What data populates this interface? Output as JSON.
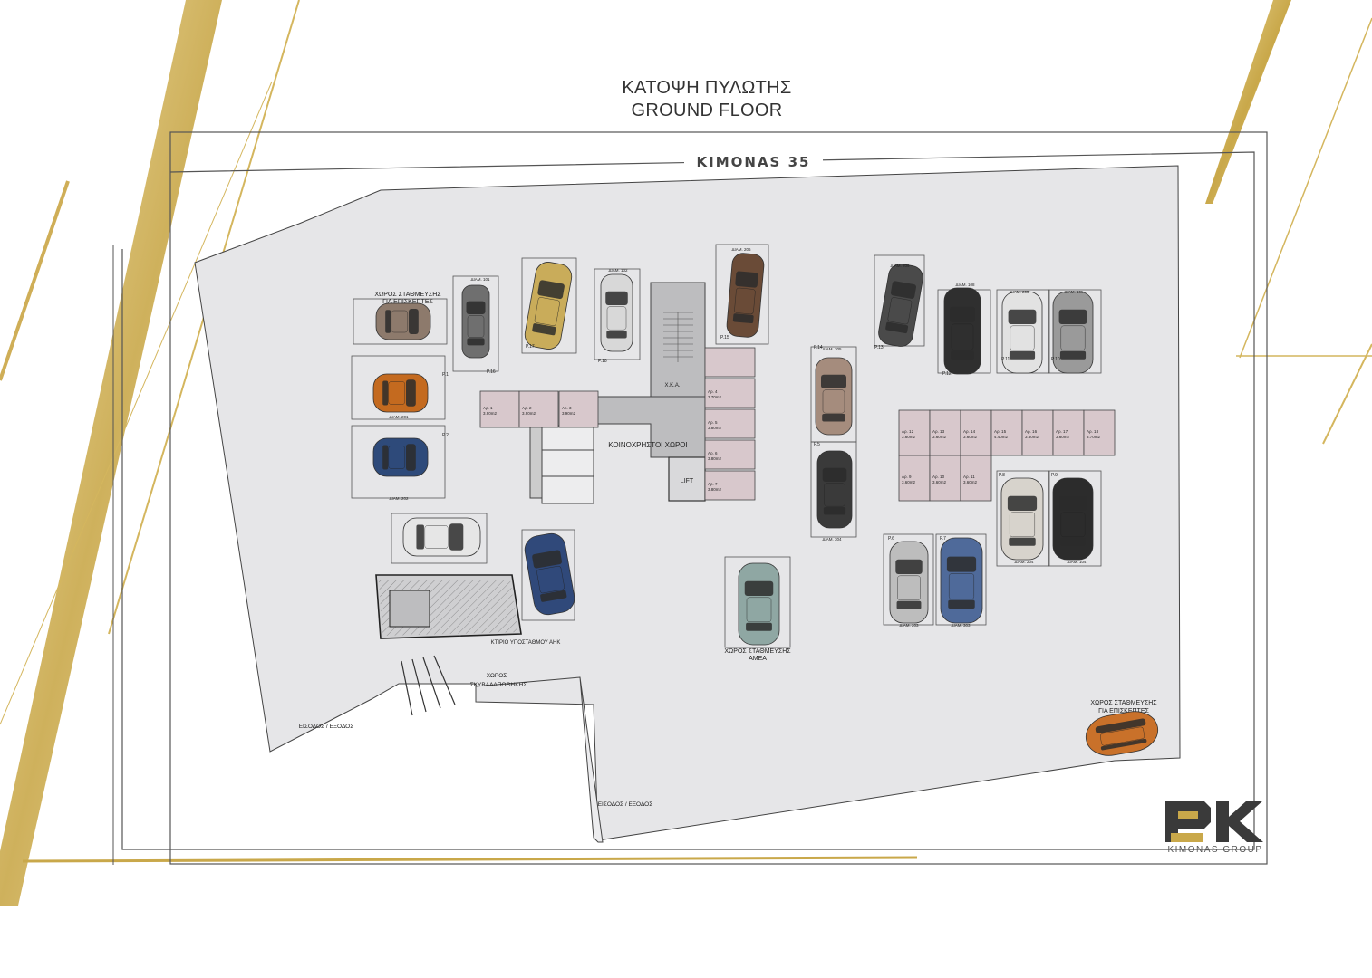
{
  "header": {
    "title_gr": "ΚΑΤΟΨΗ ΠΥΛΩΤΗΣ",
    "title_en": "GROUND FLOOR",
    "street": "KIMONAS 35"
  },
  "areas": {
    "visitor_parking_1": [
      "ΧΩΡΟΣ ΣΤΑΘΜΕΥΣΗΣ",
      "ΓΙΑ ΕΠΙΣΚΕΠΤΕΣ"
    ],
    "visitor_parking_2": [
      "ΧΩΡΟΣ ΣΤΑΘΜΕΥΣΗΣ",
      "ΓΙΑ ΕΠΙΣΚΕΠΤΕΣ"
    ],
    "disabled_parking": [
      "ΧΩΡΟΣ ΣΤΑΘΜΕΥΣΗΣ",
      "ΑΜΕΑ"
    ],
    "common_areas": "ΚΟΙΝΟΧΡΗΣΤΟΙ ΧΩΡΟΙ",
    "lift": "LIFT",
    "shaft": "Χ.Κ.Α.",
    "substation": "ΚΤΙΡΙΟ ΥΠΟΣΤΑΘΜΟΥ ΑΗΚ",
    "waste": [
      "ΧΩΡΟΣ",
      "ΣΚΥΒΑΛΑΠΟΘΗΚΗΣ"
    ],
    "entrance_1": "ΕΙΣΟΔΟΣ / ΕΞΟΔΟΣ",
    "entrance_2": "ΕΙΣΟΔΟΣ / ΕΞΟΔΟΣ"
  },
  "spaces": [
    {
      "id": "P.1",
      "owner": "ΔΙΑΜ. 201"
    },
    {
      "id": "P.2",
      "owner": "ΔΙΑΜ. 202"
    },
    {
      "id": "P.16",
      "owner": "ΔΙΑΜ. 101"
    },
    {
      "id": "P.17",
      "owner": ""
    },
    {
      "id": "P.18",
      "owner": "ΔΙΑΜ. 102"
    },
    {
      "id": "P.15",
      "owner": "ΔΙΑΜ. 206"
    },
    {
      "id": "P.14",
      "owner": "ΔΙΑΜ. 305"
    },
    {
      "id": "P.5",
      "owner": "ΔΙΑΜ. 304"
    },
    {
      "id": "P.13",
      "owner": "ΔΙΑΜ. 209"
    },
    {
      "id": "P.12",
      "owner": "ΔΙΑΜ. 108"
    },
    {
      "id": "P.11",
      "owner": "ΔΙΑΜ. 205"
    },
    {
      "id": "P.10",
      "owner": "ΔΙΑΜ. 105"
    },
    {
      "id": "P.8",
      "owner": "ΔΙΑΜ. 204"
    },
    {
      "id": "P.9",
      "owner": "ΔΙΑΜ. 104"
    },
    {
      "id": "P.6",
      "owner": "ΔΙΑΜ. 203"
    },
    {
      "id": "P.7",
      "owner": "ΔΙΑΜ. 303"
    }
  ],
  "storage": [
    {
      "id": "Αρ. 1",
      "area": "3.90m2"
    },
    {
      "id": "Αρ. 2",
      "area": "3.90m2"
    },
    {
      "id": "Αρ. 3",
      "area": "3.90m2"
    },
    {
      "id": "Αρ. 4",
      "area": "3.70m2"
    },
    {
      "id": "Αρ. 5",
      "area": "3.80m2"
    },
    {
      "id": "Αρ. 6",
      "area": "3.80m2"
    },
    {
      "id": "Αρ. 7",
      "area": "3.80m2"
    },
    {
      "id": "Αρ. 8",
      "area": "3.70m2"
    },
    {
      "id": "Αρ. 12",
      "area": "3.60m2"
    },
    {
      "id": "Αρ. 13",
      "area": "3.60m2"
    },
    {
      "id": "Αρ. 14",
      "area": "3.60m2"
    },
    {
      "id": "Αρ. 15",
      "area": "4.40m2"
    },
    {
      "id": "Αρ. 16",
      "area": "3.60m2"
    },
    {
      "id": "Αρ. 17",
      "area": "3.60m2"
    },
    {
      "id": "Αρ. 18",
      "area": "3.70m2"
    },
    {
      "id": "Αρ. 9",
      "area": "3.60m2"
    },
    {
      "id": "Αρ. 10",
      "area": "3.60m2"
    },
    {
      "id": "Αρ. 11",
      "area": "3.60m2"
    }
  ],
  "brand": {
    "name": "KIMONAS GROUP",
    "logo_letters": "PK",
    "gold": "#c9a84a",
    "dark": "#3a3a3a"
  },
  "colors": {
    "floor": "#e6e6e8",
    "storage": "#d8c8cc",
    "core": "#bdbdbf"
  }
}
